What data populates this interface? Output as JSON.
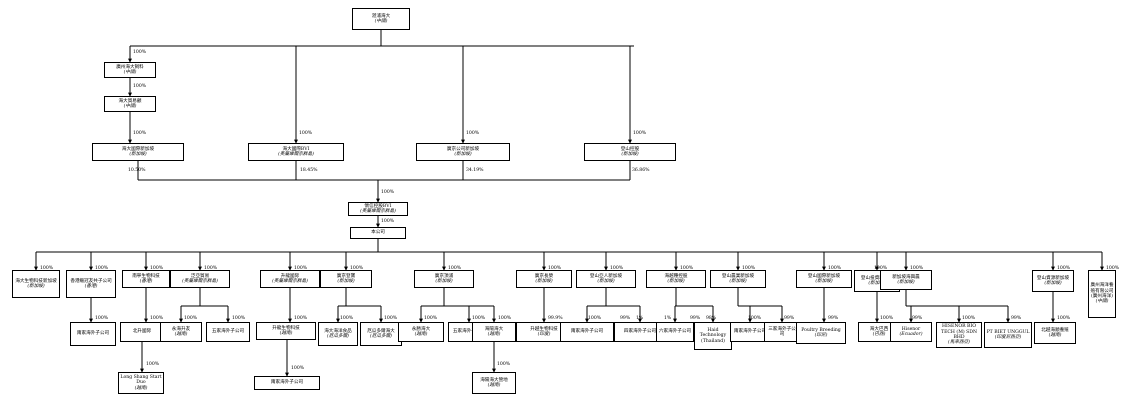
{
  "nodes": {
    "root": {
      "name": "湛浦海大",
      "sub": "(中國)"
    },
    "gz_feed": {
      "name": "廣州海大飼料",
      "sub": "(中國)"
    },
    "trade_inv": {
      "name": "海大貿易顧",
      "sub": "(中國)"
    },
    "intl_sg": {
      "name": "海大國際新加坡",
      "sub": "(新加坡)"
    },
    "intl_bvi": {
      "name": "海大國際BVI",
      "sub": "(英屬維爾京群島)"
    },
    "gz_sg": {
      "name": "廣京公司新加坡",
      "sub": "(新加坡)"
    },
    "dengshan": {
      "name": "登山控股",
      "sub": "(新加坡)"
    },
    "hold_bvi": {
      "name": "懷信控股BVI",
      "sub": "(英屬維爾京群島)"
    },
    "company": {
      "name": "本公司",
      "sub": ""
    },
    "c1": {
      "name": "海大生物科技新加坡",
      "sub": "(新加坡)"
    },
    "c2": {
      "name": "香港繼冠友共子公司",
      "sub": "(香港)"
    },
    "c2a": {
      "name": "兩家海外子公司",
      "sub": ""
    },
    "c3": {
      "name": "南寧生物科技",
      "sub": "(香港)"
    },
    "c3a": {
      "name": "北升國际",
      "sub": ""
    },
    "c3b": {
      "name": "Long Shang Start Duo",
      "sub": "(越南)"
    },
    "c4": {
      "name": "泛亞貿易",
      "sub": "(英屬維爾京群島)"
    },
    "c4a": {
      "name": "永海升友",
      "sub": "(越南)"
    },
    "c4b": {
      "name": "五家海外子公司",
      "sub": ""
    },
    "c5": {
      "name": "升龍國际",
      "sub": "(英屬維爾京群島)"
    },
    "c5a": {
      "name": "升龍生物科技",
      "sub": "(越南)"
    },
    "c5b": {
      "name": "兩家海外子公司",
      "sub": ""
    },
    "c6": {
      "name": "廣京登寶",
      "sub": "(新加坡)"
    },
    "c6a": {
      "name": "海大海洋食品",
      "sub": "(厄瓜多爾)"
    },
    "c6b": {
      "name": "厄瓜多爾海大",
      "sub": "(厄瓜多爾)"
    },
    "c7": {
      "name": "廣京頂浦",
      "sub": "(新加坡)"
    },
    "c7a": {
      "name": "永勝海大",
      "sub": "(越南)"
    },
    "c7b": {
      "name": "五家海外子公司",
      "sub": ""
    },
    "c7c": {
      "name": "海陽海大",
      "sub": "(越南)"
    },
    "c7d": {
      "name": "海陽海大營地",
      "sub": "(越南)"
    },
    "c8": {
      "name": "廣京長榮",
      "sub": "(新加坡)"
    },
    "c8a": {
      "name": "升越生物科技",
      "sub": "(印度)"
    },
    "c9": {
      "name": "登山亞人新加坡",
      "sub": "(新加坡)"
    },
    "c9a": {
      "name": "兩家海外子公司",
      "sub": ""
    },
    "c9b": {
      "name": "四家海外子公司",
      "sub": ""
    },
    "c10": {
      "name": "海越種控股",
      "sub": "(新加坡)"
    },
    "c10a": {
      "name": "六家海外子公司",
      "sub": ""
    },
    "c10b": {
      "name": "Haid Technology (Thailand)",
      "sub": ""
    },
    "c11": {
      "name": "登山農業新加坡",
      "sub": "(新加坡)"
    },
    "c11a": {
      "name": "兩家海外子公司",
      "sub": ""
    },
    "c11b": {
      "name": "三家海外子公司",
      "sub": ""
    },
    "c12": {
      "name": "登山國際新加坡",
      "sub": "(新加坡)"
    },
    "c12a": {
      "name": "Poultry Breeding",
      "sub": "(印尼)"
    },
    "c13": {
      "name": "登山投資新加坡",
      "sub": "(新加坡)"
    },
    "c13a": {
      "name": "海大巴西",
      "sub": "(巴西)"
    },
    "c14": {
      "name": "新加坡海興農",
      "sub": "(新加坡)"
    },
    "c14a": {
      "name": "Hisenor",
      "sub": "(Ecuador)"
    },
    "c14b": {
      "name": "HISENOR BIO TECH (M) SDN BHD",
      "sub": "(馬來西亞)"
    },
    "c14c": {
      "name": "PT BIET UNGGUL",
      "sub": "(印度尼西亞)"
    },
    "c15": {
      "name": "登山資源新加坡",
      "sub": "(新加坡)"
    },
    "c15a": {
      "name": "北越海順養殖",
      "sub": "(越南)"
    },
    "c16": {
      "name": "廣州海洋養殖有限公司(廣州海洋)",
      "sub": "(中國)"
    }
  },
  "percentages": {
    "p_gz_feed": "100%",
    "p_trade": "100%",
    "p_intl_sg": "100%",
    "p_intl_bvi": "100%",
    "p_gz_sg": "100%",
    "p_deng": "100%",
    "p_own1": "10.50%",
    "p_own2": "18.45%",
    "p_own3": "34.19%",
    "p_own4": "36.86%",
    "p_hold": "100%",
    "p_comp": "100%",
    "p_c1": "100%",
    "p_c2": "100%",
    "p_c3": "100%",
    "p_c4": "100%",
    "p_c5": "100%",
    "p_c6": "100%",
    "p_c7": "100%",
    "p_c8": "100%",
    "p_c9": "100%",
    "p_c10": "100%",
    "p_c11": "100%",
    "p_c12": "100%",
    "p_c13": "100%",
    "p_c14": "100%",
    "p_c15": "100%",
    "p_c16": "100%",
    "p_c2a": "100%",
    "p_c3a": "100%",
    "p_c3b": "100%",
    "p_c4a": "100%",
    "p_c4b": "100%",
    "p_c5a": "100%",
    "p_c5b": "100%",
    "p_c6a": "100%",
    "p_c6b": "100%",
    "p_c7a": "100%",
    "p_c7b": "100%",
    "p_c7c": "100%",
    "p_c7d": "100%",
    "p_c8a": "99.9%",
    "p_c9a": "100%",
    "p_c9b": "99%",
    "p_c9c": "1%",
    "p_c10a": "1%",
    "p_c10b": "99%",
    "p_c10c": "98%",
    "p_c11a": "100%",
    "p_c11b": "99%",
    "p_c12a": "99%",
    "p_c13a": "100%",
    "p_c14a": "99%",
    "p_c14b": "100%",
    "p_c14c": "99%",
    "p_c15a": "100%"
  }
}
